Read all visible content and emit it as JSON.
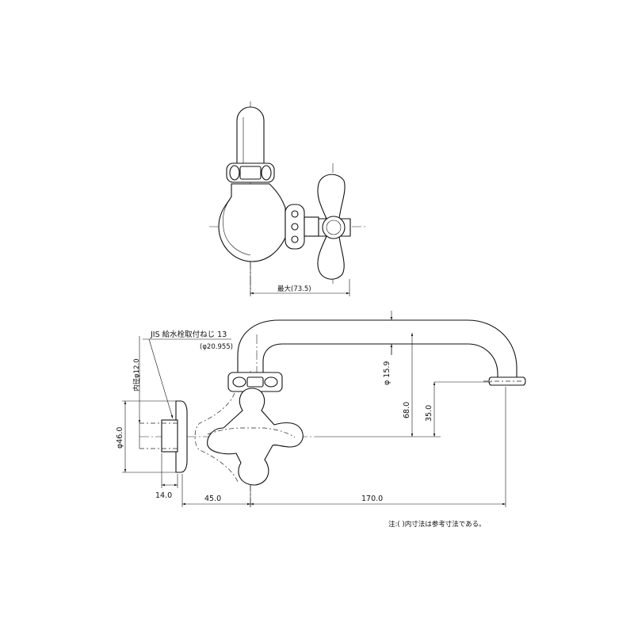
{
  "dimensions": {
    "max_width": "最大(73.5)",
    "spout_dia": "φ 15.9",
    "height_68": "68.0",
    "height_35": "35.0",
    "inner_dia": "内径φ12.0",
    "flange_dia": "φ46.0",
    "thread_len": "14.0",
    "offset_45": "45.0",
    "spout_reach": "170.0"
  },
  "callout": {
    "line1": "JIS 給水栓取付ねじ 13",
    "line2": "(φ20.955)"
  },
  "note": "注:( )内寸法は参考寸法である。"
}
